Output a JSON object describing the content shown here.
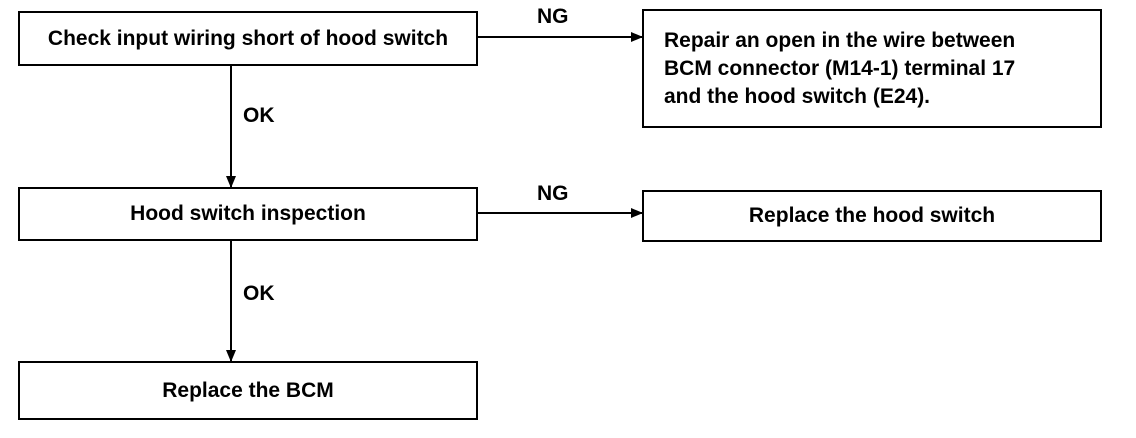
{
  "flowchart": {
    "step1": {
      "text": "Check input wiring short of hood switch",
      "ng_label": "NG",
      "ng_result": "Repair an open in the wire between\nBCM connector (M14-1) terminal 17\nand the hood switch (E24).",
      "ok_label": "OK"
    },
    "step2": {
      "text": "Hood switch inspection",
      "ng_label": "NG",
      "ng_result": "Replace the hood switch",
      "ok_label": "OK"
    },
    "step3": {
      "text": "Replace the BCM"
    }
  },
  "colors": {
    "line": "#000000",
    "box_border": "#000000",
    "background": "#ffffff"
  }
}
